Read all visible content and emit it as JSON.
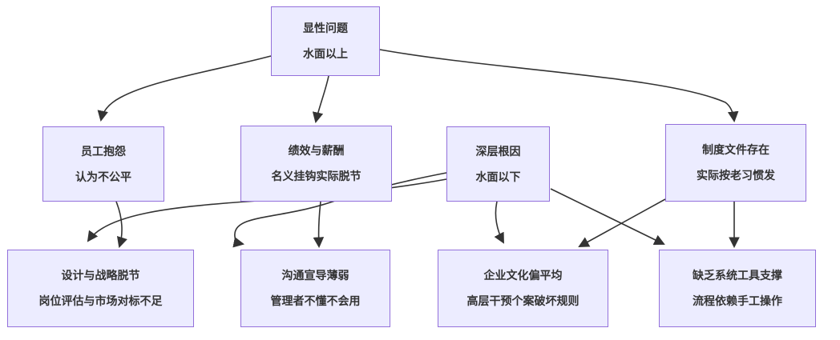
{
  "diagram": {
    "title": "root-cause-iceberg-flowchart",
    "nodes": [
      {
        "id": "visible",
        "line1": "显性问题",
        "line2": "水面以上"
      },
      {
        "id": "complaint",
        "line1": "员工抱怨",
        "line2": "认为不公平"
      },
      {
        "id": "performance",
        "line1": "绩效与薪酬",
        "line2": "名义挂钩实际脱节"
      },
      {
        "id": "root",
        "line1": "深层根因",
        "line2": "水面以下"
      },
      {
        "id": "policy",
        "line1": "制度文件存在",
        "line2": "实际按老习惯发"
      },
      {
        "id": "design",
        "line1": "设计与战略脱节",
        "line2": "岗位评估与市场对标不足"
      },
      {
        "id": "comm",
        "line1": "沟通宣导薄弱",
        "line2": "管理者不懂不会用"
      },
      {
        "id": "culture",
        "line1": "企业文化偏平均",
        "line2": "高层干预个案破坏规则"
      },
      {
        "id": "tools",
        "line1": "缺乏系统工具支撑",
        "line2": "流程依赖手工操作"
      }
    ],
    "edges": [
      {
        "from": "visible",
        "to": "complaint"
      },
      {
        "from": "visible",
        "to": "performance"
      },
      {
        "from": "visible",
        "to": "policy"
      },
      {
        "from": "complaint",
        "to": "design"
      },
      {
        "from": "performance",
        "to": "comm"
      },
      {
        "from": "root",
        "to": "design"
      },
      {
        "from": "root",
        "to": "comm"
      },
      {
        "from": "root",
        "to": "culture"
      },
      {
        "from": "root",
        "to": "tools"
      },
      {
        "from": "policy",
        "to": "culture"
      },
      {
        "from": "policy",
        "to": "tools"
      }
    ],
    "colors": {
      "node_fill": "#ECECFF",
      "node_border": "#9370DB",
      "edge": "#333333",
      "text": "#333333",
      "background": "#FFFFFF"
    }
  }
}
